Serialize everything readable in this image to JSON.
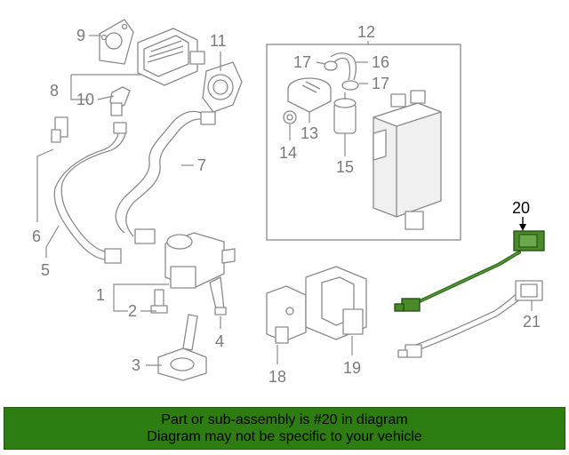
{
  "diagram": {
    "callouts": [
      "1",
      "2",
      "3",
      "4",
      "5",
      "6",
      "7",
      "8",
      "9",
      "10",
      "11",
      "12",
      "13",
      "14",
      "15",
      "16",
      "17",
      "17",
      "18",
      "19",
      "20",
      "21"
    ],
    "highlighted": "20",
    "colors": {
      "line": "#8a8a8a",
      "highlight_part": "#2e6b1a",
      "highlight_text": "#000000",
      "footer_bg": "#2e7d12"
    }
  },
  "footer": {
    "line1": "Part or sub-assembly is #20 in diagram",
    "line2": "Diagram may not be specific to your vehicle"
  }
}
